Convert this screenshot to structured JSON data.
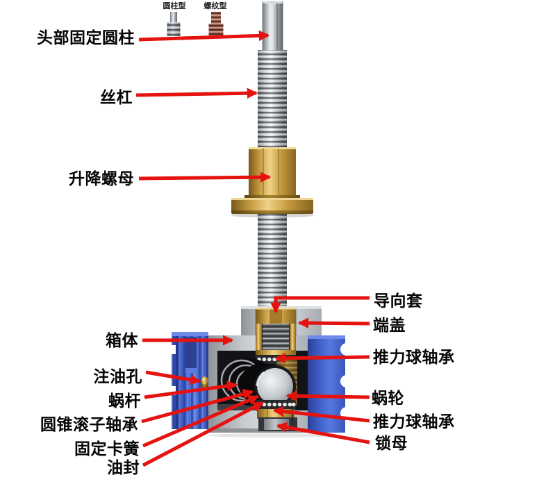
{
  "inset": {
    "cylinder_type": "圆柱型",
    "thread_type": "螺纹型"
  },
  "labels": {
    "head_cylinder": "头部固定圆柱",
    "lead_screw": "丝杠",
    "lift_nut": "升降螺母",
    "guide_sleeve": "导向套",
    "end_cap": "端盖",
    "thrust_bearing_upper": "推力球轴承",
    "housing": "箱体",
    "oil_hole": "注油孔",
    "worm_shaft": "蜗杆",
    "worm_wheel": "蜗轮",
    "taper_bearing": "圆锥滚子轴承",
    "thrust_bearing_lower": "推力球轴承",
    "circlip": "固定卡簧",
    "lock_nut": "锁母",
    "oil_seal": "油封"
  },
  "colors": {
    "arrow_red": "#e41310",
    "housing_blue": "#4161cf",
    "brass": "#c89c40",
    "steel": "#aab0b5",
    "housing_gray": "#b4b8bc"
  }
}
